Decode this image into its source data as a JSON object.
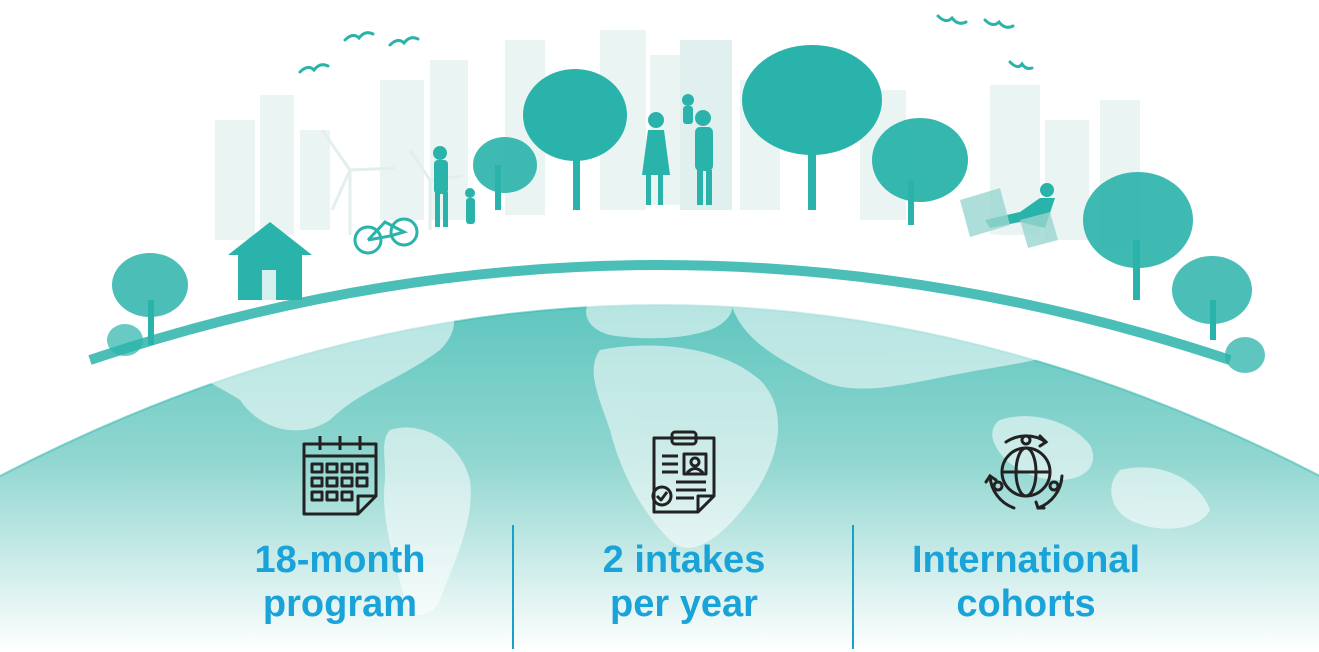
{
  "colors": {
    "accent_blue": "#1aa3d8",
    "teal": "#2ab3aa",
    "teal_light": "#7fd0c9",
    "divider": "#1a9fc8",
    "icon_stroke": "#222222"
  },
  "features": [
    {
      "icon": "calendar-icon",
      "line1": "18-month",
      "line2": "program"
    },
    {
      "icon": "clipboard-profile-icon",
      "line1": "2 intakes",
      "line2": "per year"
    },
    {
      "icon": "globe-network-icon",
      "line1": "International",
      "line2": "cohorts"
    }
  ]
}
